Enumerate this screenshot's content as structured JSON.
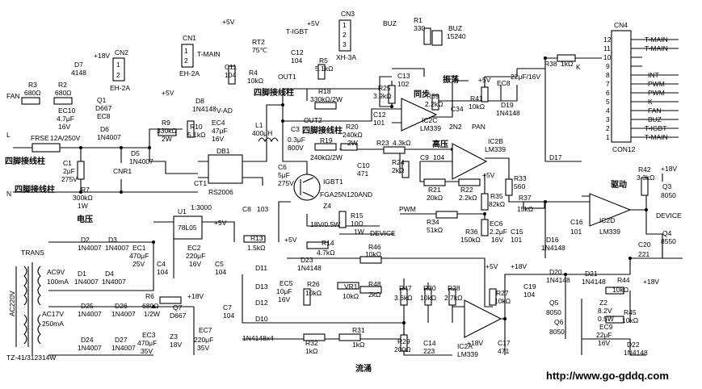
{
  "terminals": {
    "live": "L",
    "neutral": "N",
    "fan": "FAN",
    "buz": "BUZ",
    "k": "K",
    "t_igbt": "T-IGBT",
    "pwm": "PWM",
    "device": "DEVICE",
    "trans": "TRANS",
    "ac220": "AC220V",
    "ac9": "AC9V",
    "ac9_cur": "100mA",
    "ac17": "AC17V",
    "ac17_cur": "250mA",
    "tz": "TZ-41/312314W",
    "plus5": "+5V",
    "plus18": "+18V",
    "v_ad": "V-AD"
  },
  "cn_labels": {
    "four_pin_1": "四脚接线柱",
    "four_pin_2": "四脚接线柱",
    "four_pin_3": "四脚接线柱",
    "four_pin_4": "四脚接线柱",
    "voltage": "电压",
    "sync": "同步",
    "oscillate": "振荡",
    "high_voltage": "高压",
    "drive": "驱动",
    "current": "流涌"
  },
  "connectors": {
    "cn1": "CN1",
    "cn1_pins": [
      "1",
      "2"
    ],
    "cn1_type": "EH-2A",
    "t_main": "T-MAIN",
    "cn2": "CN2",
    "cn2_pins": [
      "1",
      "2"
    ],
    "cn2_type": "EH-2A",
    "cn3": "CN3",
    "cn3_pins": [
      "1",
      "2",
      "3"
    ],
    "cn3_type": "XH-3A",
    "cn4": "CN4",
    "cn12": "CON12",
    "cn4_pins": [
      "12",
      "11",
      "10",
      "9",
      "8",
      "7",
      "6",
      "5",
      "4",
      "3",
      "2",
      "1"
    ],
    "cn4_nets": [
      "T-MAIN",
      "T-MAIN",
      "",
      "",
      "INT",
      "PWM",
      "PWM",
      "K",
      "FAN",
      "BUZ",
      "T-IGBT",
      "T-MAIN"
    ]
  },
  "components": {
    "r3": "R3",
    "r3v": "680Ω",
    "r2": "R2",
    "r2v": "680Ω",
    "d7": "D7",
    "d7v": "4148",
    "q1": "Q1",
    "q1v": "D667",
    "ec8b": "EC8",
    "ec10": "EC10",
    "ec10v": "4.7μF",
    "ec10v2": "16V",
    "frse": "FRSE",
    "frsev": "12A/250V",
    "c1": "C1",
    "c1v": "2μF",
    "c1v2": "275V",
    "r7": "R7",
    "r7v": "300kΩ",
    "r7v2": "1W",
    "cnr1": "CNR1",
    "d5": "D5",
    "d5v": "1N4007",
    "d6": "D6",
    "d6v": "1N4007",
    "r9": "R9",
    "r9v": "330kΩ",
    "r9v2": "2W",
    "d8": "D8",
    "d8v": "1N4148",
    "r10": "R10",
    "r10v": "5.1kΩ",
    "ec4": "EC4",
    "ec4v": "47μF",
    "ec4v2": "16V",
    "rt2": "RT2",
    "rt2v": "75℃",
    "c11": "C11",
    "c11v": "104",
    "r4": "R4",
    "r4v": "10kΩ",
    "c12": "C12",
    "c12v": "104",
    "r5": "R5",
    "r5v": "5.1kΩ",
    "r1": "R1",
    "r1v": "330",
    "buz2": "BUZ",
    "buz2v": "15240",
    "out1": "OUT1",
    "r18": "R18",
    "r18v": "330kΩ/2W",
    "l1": "L1",
    "l1v": "400μH",
    "db1": "DB1",
    "db1v": "RS2006",
    "c6": "C6",
    "c6v": "5μF",
    "c6v2": "275V",
    "c3": "C3",
    "c3v": "0.3μF",
    "c3v2": "800V",
    "out2": "OUT2",
    "r19": "R19",
    "r19v": "240kΩ/2W",
    "r20": "R20",
    "r20v": "240kΩ",
    "r20v2": "2W",
    "ct1": "CT1",
    "u1": "U1",
    "u1v": "78L05",
    "ct_ratio": "1:3000",
    "r25": "R25",
    "r25v": "3.9kΩ",
    "c13": "C13",
    "c13v": "102",
    "c12b": "C12",
    "c12bv": "101",
    "r23": "R23",
    "r23v": "4.3kΩ",
    "r24": "R24",
    "r24v": "2kΩ",
    "c9": "C9",
    "c9v": "104",
    "c10": "C10",
    "c10v": "471",
    "r21": "R21",
    "r21v": "20kΩ",
    "r22": "R22",
    "r22v": "2.2kΩ",
    "igbt1": "IGBT1",
    "igbt1v": "FGA25N120AND",
    "z4": "Z4",
    "z4v": "18V/0.5W",
    "r15": "R15",
    "r15v": "10Ω",
    "r15v2": "1W",
    "r14": "R14",
    "r14v": "4.7kΩ",
    "r39": "R39",
    "r39v": "2.2kΩ",
    "c34": "C34",
    "c34v": "2N2",
    "r41": "R41",
    "r41v": "10kΩ",
    "ec8": "EC8",
    "ec8v": "22μF/16V",
    "d19": "D19",
    "d19v": "1N4148",
    "r38": "R38",
    "r38v": "1kΩ",
    "d17": "D17",
    "ic2c": "IC2C",
    "ic2b": "IC2B",
    "ic2d": "IC2D",
    "ic2a": "IC2A",
    "lm339": "LM339",
    "r33": "R33",
    "r33v": "560",
    "r35": "R35",
    "r35v": "82kΩ",
    "r34": "R34",
    "r34v": "51kΩ",
    "r36": "R36",
    "r36v": "150kΩ",
    "ec6": "EC6",
    "ec6v": "2.2μF",
    "ec6v2": "16V",
    "c15": "C15",
    "c15v": "101",
    "r37": "R37",
    "r37v": "15kΩ",
    "c16": "C16",
    "c16v": "101",
    "d16": "D16",
    "d16v": "1N4148",
    "r42": "R42",
    "r42v": "3.3kΩ",
    "q3": "Q3",
    "q3v": "8050",
    "q4": "Q4",
    "q4v": "8550",
    "c20": "C20",
    "c20v": "221",
    "d2": "D2",
    "d3": "D3",
    "d1": "D1",
    "d4": "D4",
    "dv": "1N4007",
    "ec1": "EC1",
    "ec1v": "470μF",
    "ec1v2": "25V",
    "c4": "C4",
    "c4v": "104",
    "ec2": "EC2",
    "ec2v": "220μF",
    "ec2v2": "16V",
    "c5": "C5",
    "c5v": "104",
    "c8": "C8",
    "c8v": "103",
    "r13": "R13",
    "r13v": "1.5kΩ",
    "d11": "D11",
    "d13": "D13",
    "d12": "D12",
    "d10": "D10",
    "dbridge": "1N4148x4",
    "d23": "D23",
    "d23v": "1N4148",
    "ec5": "EC5",
    "ec5v": "10μF",
    "ec5v2": "16V",
    "r26": "R26",
    "r26v": "10kΩ",
    "vr1": "VR1",
    "vr1v": "10kΩ",
    "r46": "R46",
    "r46v": "10kΩ",
    "r48": "R48",
    "r48v": "2kΩ",
    "r47": "R47",
    "r47v": "3.6kΩ",
    "r30": "R30",
    "r30v": "10kΩ",
    "r28": "R28",
    "r28v": "2.7kΩ",
    "r27": "R27",
    "r27v": "10kΩ",
    "c19": "C19",
    "c19v": "104",
    "d20": "D20",
    "d20v": "1N4148",
    "d21": "D21",
    "d21v": "1N4148",
    "r44": "R44",
    "r44v": "10kΩ",
    "q5": "Q5",
    "q5v": "8050",
    "q6": "Q6",
    "q6v": "8050",
    "z2": "Z2",
    "z2v": "8.2V",
    "z2v2": "0.5W",
    "ec9": "EC9",
    "ec9v": "22μF",
    "ec9v2": "16V",
    "r45": "R45",
    "r45v": "10kΩ",
    "d22": "D22",
    "d22v": "1N4148",
    "d25": "D25",
    "d26": "D26",
    "d24": "D24",
    "d27": "D27",
    "r6": "R6",
    "r6v": "680Ω",
    "r6v2": "1/2W",
    "q7": "Q7",
    "q7v": "D667",
    "ec3": "EC3",
    "ec3v": "470μF",
    "ec3v2": "35V",
    "z3": "Z3",
    "z3v": "18V",
    "c7": "C7",
    "c7v": "104",
    "ec7": "EC7",
    "ec7v": "220μF",
    "ec7v2": "35V",
    "r32": "R32",
    "r32v": "1kΩ",
    "r31": "R31",
    "r31v": "1kΩ",
    "r29": "R29",
    "r29v": "200Ω",
    "c14": "C14",
    "c14v": "223",
    "c17": "C17",
    "c17v": "471"
  },
  "watermark": "http://www.go-gddq.com"
}
